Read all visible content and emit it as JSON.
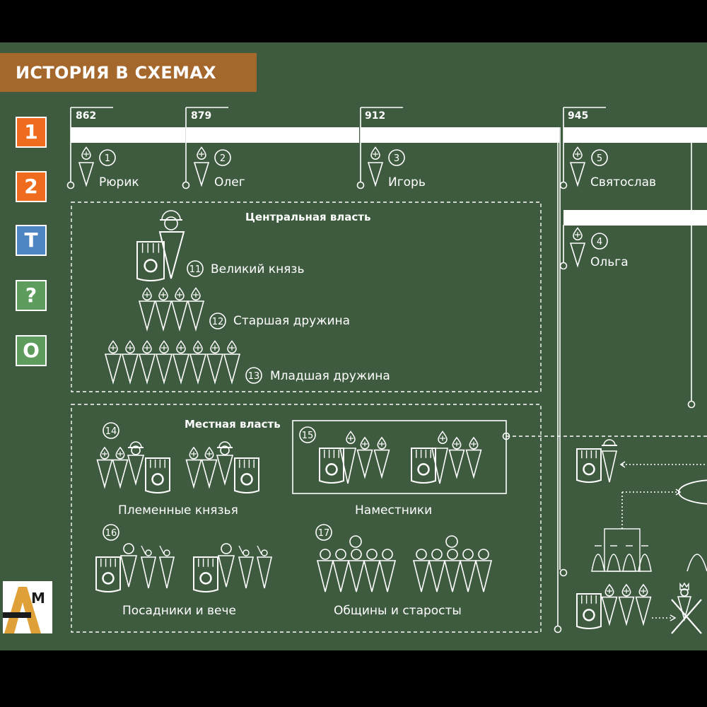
{
  "title": "ИСТОРИЯ В СХЕМАХ",
  "nav": [
    {
      "label": "1",
      "color": "#ef6c1e"
    },
    {
      "label": "2",
      "color": "#ef6c1e"
    },
    {
      "label": "Т",
      "color": "#4e86c4"
    },
    {
      "label": "?",
      "color": "#5e9c5e"
    },
    {
      "label": "О",
      "color": "#5e9c5e"
    }
  ],
  "logo": {
    "text": "М"
  },
  "timeline": {
    "years": [
      "862",
      "879",
      "912",
      "945"
    ],
    "rulers": [
      {
        "num": "1",
        "name": "Рюрик"
      },
      {
        "num": "2",
        "name": "Олег"
      },
      {
        "num": "3",
        "name": "Игорь"
      },
      {
        "num": "5",
        "name": "Святослав"
      },
      {
        "num": "4",
        "name": "Ольга"
      }
    ]
  },
  "central": {
    "title": "Центральная власть",
    "items": [
      {
        "num": "11",
        "label": "Великий князь"
      },
      {
        "num": "12",
        "label": "Старшая дружина"
      },
      {
        "num": "13",
        "label": "Младшая дружина"
      }
    ]
  },
  "local": {
    "title": "Местная власть",
    "nums": [
      "14",
      "15",
      "16",
      "17"
    ],
    "labels": [
      "Племенные князья",
      "Наместники",
      "Посадники и вече",
      "Общины и старосты"
    ]
  },
  "colors": {
    "board": "#3e5b40",
    "title": "#a4672c",
    "line": "#ffffff"
  }
}
